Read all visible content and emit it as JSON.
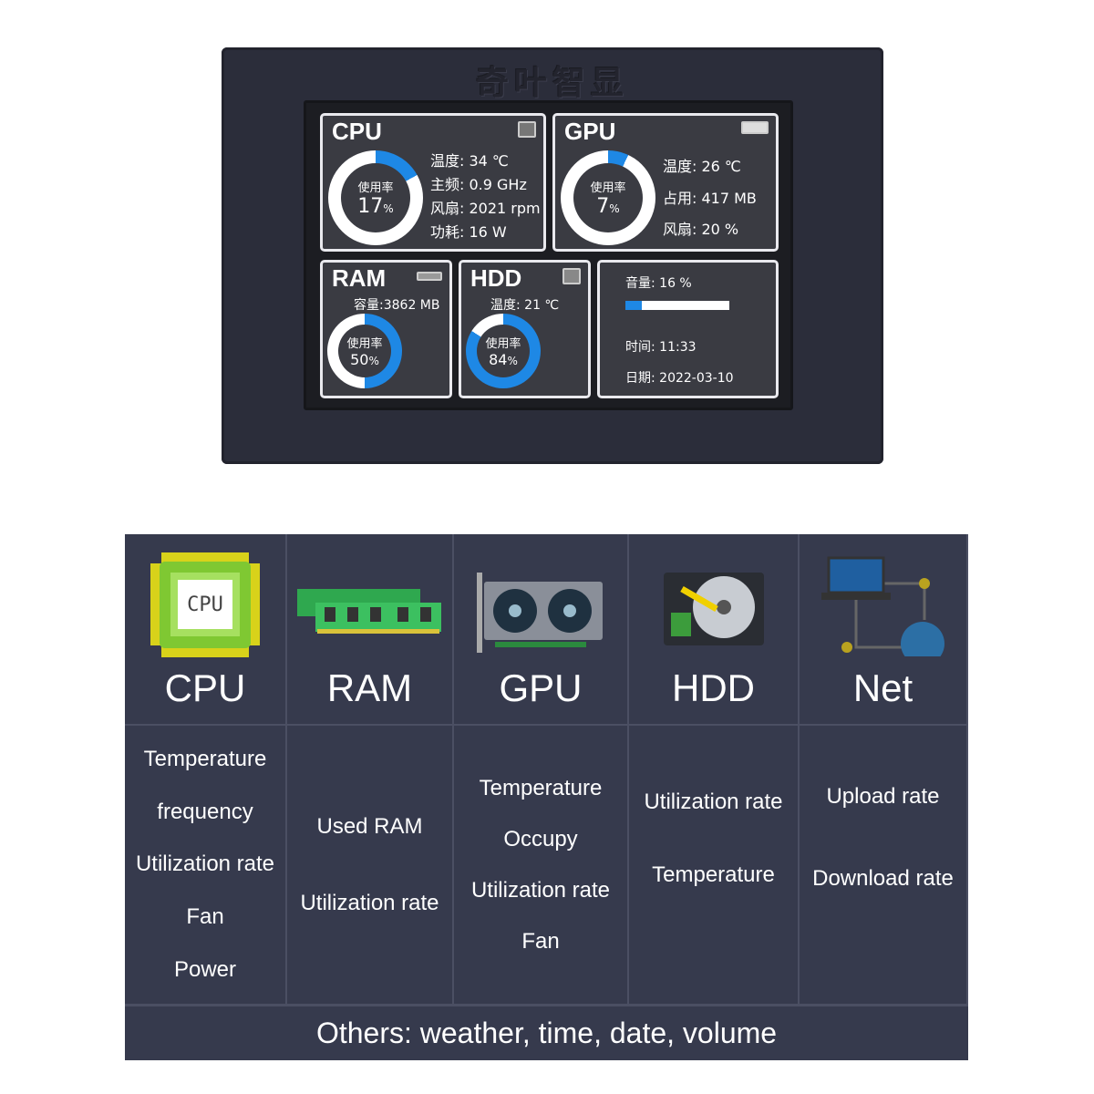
{
  "device": {
    "brand": "奇叶智显"
  },
  "screen": {
    "cpu": {
      "title": "CPU",
      "usage_label": "使用率",
      "usage": 17,
      "unit": "%",
      "stats": [
        "温度: 34 ℃",
        "主频: 0.9 GHz",
        "风扇: 2021 rpm",
        "功耗: 16 W"
      ]
    },
    "gpu": {
      "title": "GPU",
      "usage_label": "使用率",
      "usage": 7,
      "unit": "%",
      "stats": [
        "温度: 26 ℃",
        "占用: 417 MB",
        "风扇: 20 %"
      ]
    },
    "ram": {
      "title": "RAM",
      "usage_label": "使用率",
      "usage": 50,
      "unit": "%",
      "capacity": "容量:3862 MB"
    },
    "hdd": {
      "title": "HDD",
      "usage_label": "使用率",
      "usage": 84,
      "unit": "%",
      "temp": "温度: 21 ℃"
    },
    "misc": {
      "volume_label": "音量: 16 %",
      "volume": 16,
      "time": "时间: 11:33",
      "date": "日期: 2022-03-10"
    }
  },
  "colors": {
    "accent": "#1e88e5",
    "ring": "#ffffff"
  },
  "features": {
    "columns": [
      {
        "name": "CPU",
        "icon": "cpu-chip-icon",
        "items": [
          "Temperature",
          "frequency",
          "Utilization rate",
          "Fan",
          "Power"
        ]
      },
      {
        "name": "RAM",
        "icon": "ram-module-icon",
        "items": [
          "Used RAM",
          "Utilization rate"
        ]
      },
      {
        "name": "GPU",
        "icon": "graphics-card-icon",
        "items": [
          "Temperature",
          "Occupy",
          "Utilization rate",
          "Fan"
        ]
      },
      {
        "name": "HDD",
        "icon": "hard-disk-icon",
        "items": [
          "Utilization rate",
          "Temperature"
        ]
      },
      {
        "name": "Net",
        "icon": "network-icon",
        "items": [
          "Upload rate",
          "Download rate"
        ]
      }
    ],
    "others": "Others: weather, time, date, volume"
  }
}
